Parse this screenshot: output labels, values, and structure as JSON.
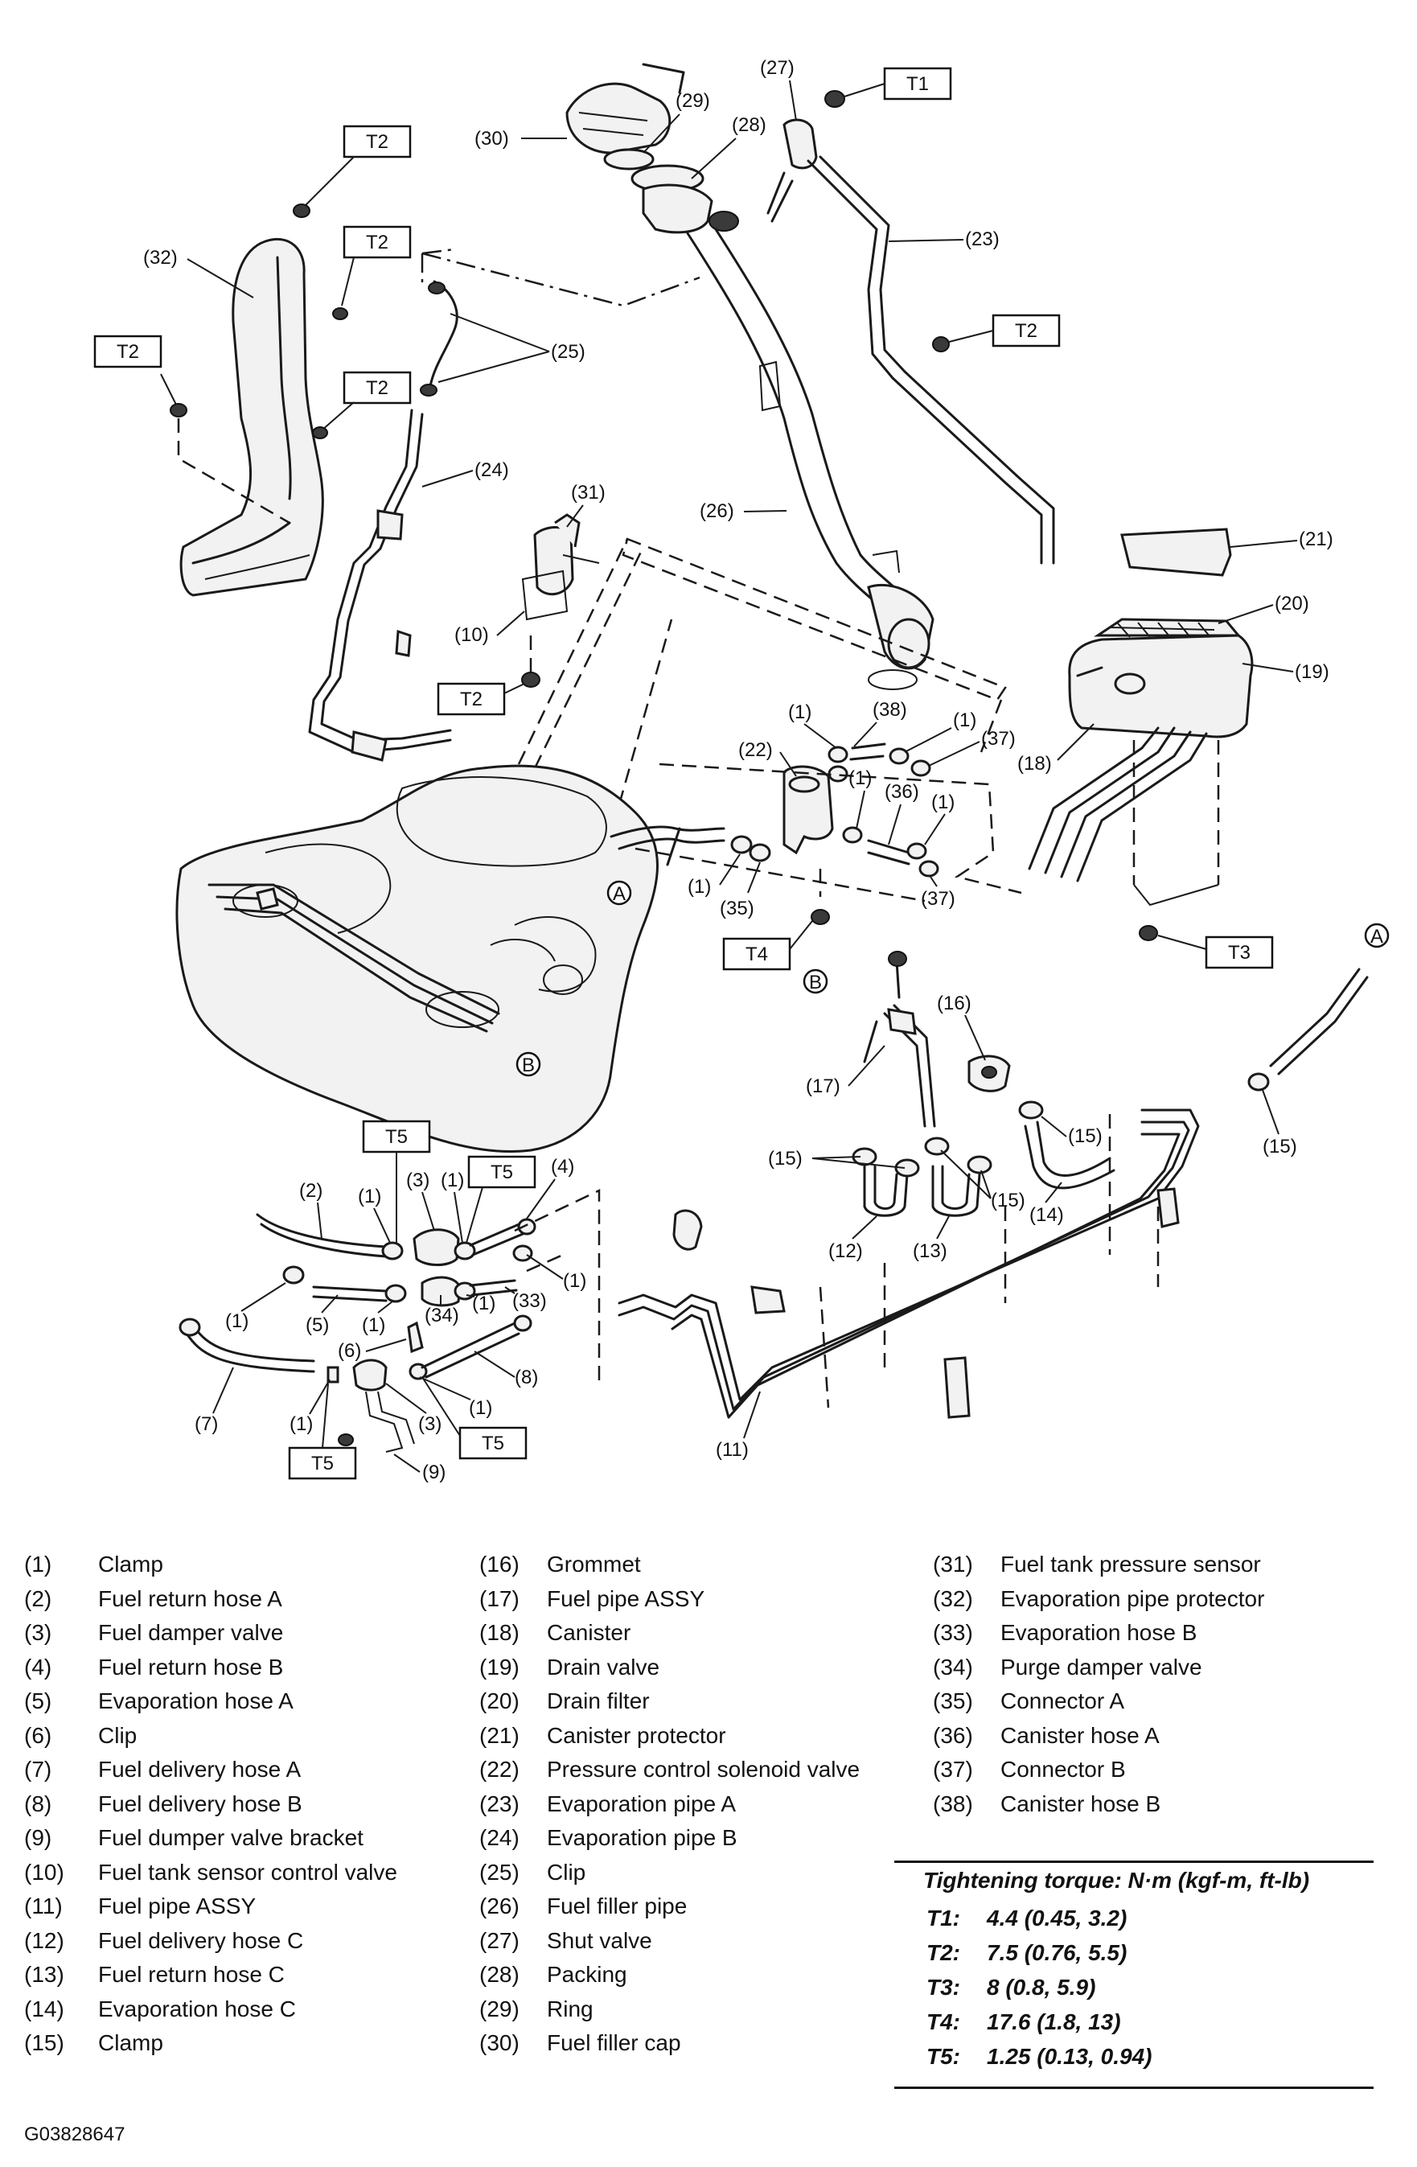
{
  "callouts": {
    "c1": "(1)",
    "c2": "(2)",
    "c3": "(3)",
    "c4": "(4)",
    "c5": "(5)",
    "c6": "(6)",
    "c7": "(7)",
    "c8": "(8)",
    "c9": "(9)",
    "c10": "(10)",
    "c11": "(11)",
    "c12": "(12)",
    "c13": "(13)",
    "c14": "(14)",
    "c15": "(15)",
    "c16": "(16)",
    "c17": "(17)",
    "c18": "(18)",
    "c19": "(19)",
    "c20": "(20)",
    "c21": "(21)",
    "c22": "(22)",
    "c23": "(23)",
    "c24": "(24)",
    "c25": "(25)",
    "c26": "(26)",
    "c27": "(27)",
    "c28": "(28)",
    "c29": "(29)",
    "c30": "(30)",
    "c31": "(31)",
    "c32": "(32)",
    "c33": "(33)",
    "c34": "(34)",
    "c35": "(35)",
    "c36": "(36)",
    "c37": "(37)",
    "c38": "(38)"
  },
  "torque_labels": {
    "T1": "T1",
    "T2": "T2",
    "T3": "T3",
    "T4": "T4",
    "T5": "T5"
  },
  "connection_markers": {
    "A": "A",
    "B": "B"
  },
  "legend": {
    "col1": [
      {
        "num": "(1)",
        "label": "Clamp"
      },
      {
        "num": "(2)",
        "label": "Fuel return hose A"
      },
      {
        "num": "(3)",
        "label": "Fuel damper valve"
      },
      {
        "num": "(4)",
        "label": "Fuel return hose B"
      },
      {
        "num": "(5)",
        "label": "Evaporation hose A"
      },
      {
        "num": "(6)",
        "label": "Clip"
      },
      {
        "num": "(7)",
        "label": "Fuel delivery hose A"
      },
      {
        "num": "(8)",
        "label": "Fuel delivery hose B"
      },
      {
        "num": "(9)",
        "label": "Fuel dumper valve bracket"
      },
      {
        "num": "(10)",
        "label": "Fuel tank sensor control valve"
      },
      {
        "num": "(11)",
        "label": "Fuel pipe ASSY"
      },
      {
        "num": "(12)",
        "label": "Fuel delivery hose C"
      },
      {
        "num": "(13)",
        "label": "Fuel return hose C"
      },
      {
        "num": "(14)",
        "label": "Evaporation hose C"
      },
      {
        "num": "(15)",
        "label": "Clamp"
      }
    ],
    "col2": [
      {
        "num": "(16)",
        "label": "Grommet"
      },
      {
        "num": "(17)",
        "label": "Fuel pipe ASSY"
      },
      {
        "num": "(18)",
        "label": "Canister"
      },
      {
        "num": "(19)",
        "label": "Drain valve"
      },
      {
        "num": "(20)",
        "label": "Drain filter"
      },
      {
        "num": "(21)",
        "label": "Canister protector"
      },
      {
        "num": "(22)",
        "label": "Pressure control solenoid valve"
      },
      {
        "num": "(23)",
        "label": "Evaporation pipe A"
      },
      {
        "num": "(24)",
        "label": "Evaporation pipe B"
      },
      {
        "num": "(25)",
        "label": "Clip"
      },
      {
        "num": "(26)",
        "label": "Fuel filler pipe"
      },
      {
        "num": "(27)",
        "label": "Shut valve"
      },
      {
        "num": "(28)",
        "label": "Packing"
      },
      {
        "num": "(29)",
        "label": "Ring"
      },
      {
        "num": "(30)",
        "label": "Fuel filler cap"
      }
    ],
    "col3": [
      {
        "num": "(31)",
        "label": "Fuel tank pressure sensor"
      },
      {
        "num": "(32)",
        "label": "Evaporation pipe protector"
      },
      {
        "num": "(33)",
        "label": "Evaporation hose B"
      },
      {
        "num": "(34)",
        "label": "Purge damper valve"
      },
      {
        "num": "(35)",
        "label": "Connector A"
      },
      {
        "num": "(36)",
        "label": "Canister hose A"
      },
      {
        "num": "(37)",
        "label": "Connector B"
      },
      {
        "num": "(38)",
        "label": "Canister hose B"
      }
    ]
  },
  "tightening_torque": {
    "title": "Tightening torque: N·m (kgf-m, ft-lb)",
    "items": [
      {
        "key": "T1:",
        "value": "4.4 (0.45, 3.2)"
      },
      {
        "key": "T2:",
        "value": "7.5 (0.76, 5.5)"
      },
      {
        "key": "T3:",
        "value": "8 (0.8, 5.9)"
      },
      {
        "key": "T4:",
        "value": "17.6 (1.8, 13)"
      },
      {
        "key": "T5:",
        "value": "1.25 (0.13, 0.94)"
      }
    ]
  },
  "figure_code": "G03828647"
}
